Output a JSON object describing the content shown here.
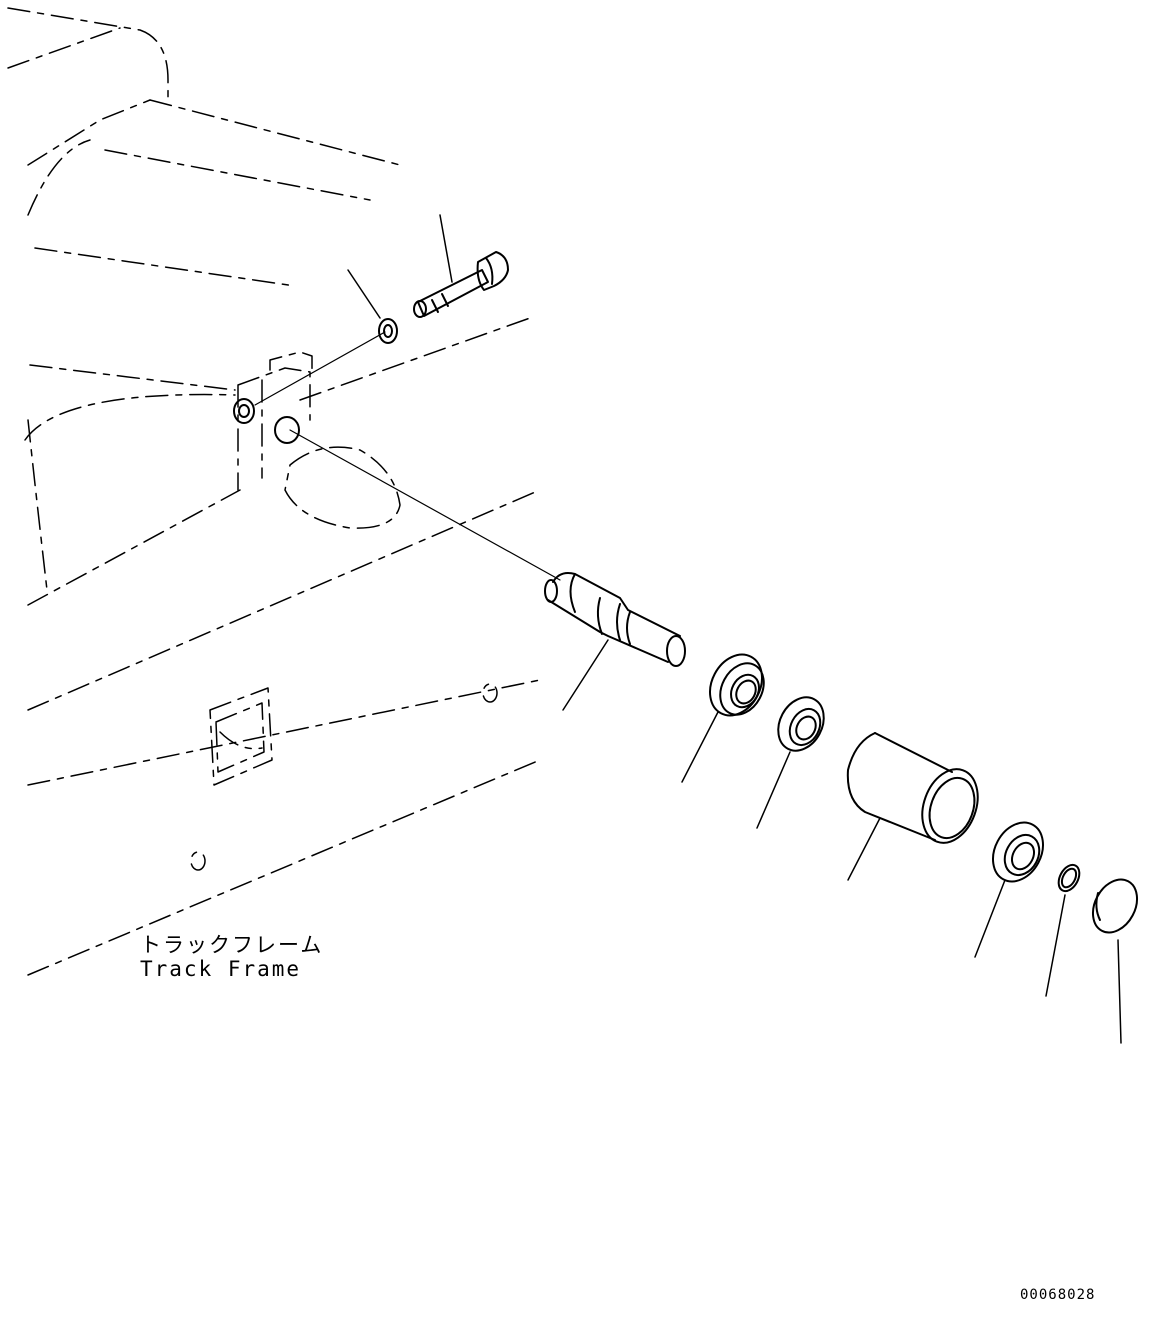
{
  "labels": {
    "track_frame_jp": "トラックフレーム",
    "track_frame_en": "Track Frame"
  },
  "drawing_code": "00068028",
  "colors": {
    "line": "#000000",
    "background": "#ffffff"
  }
}
